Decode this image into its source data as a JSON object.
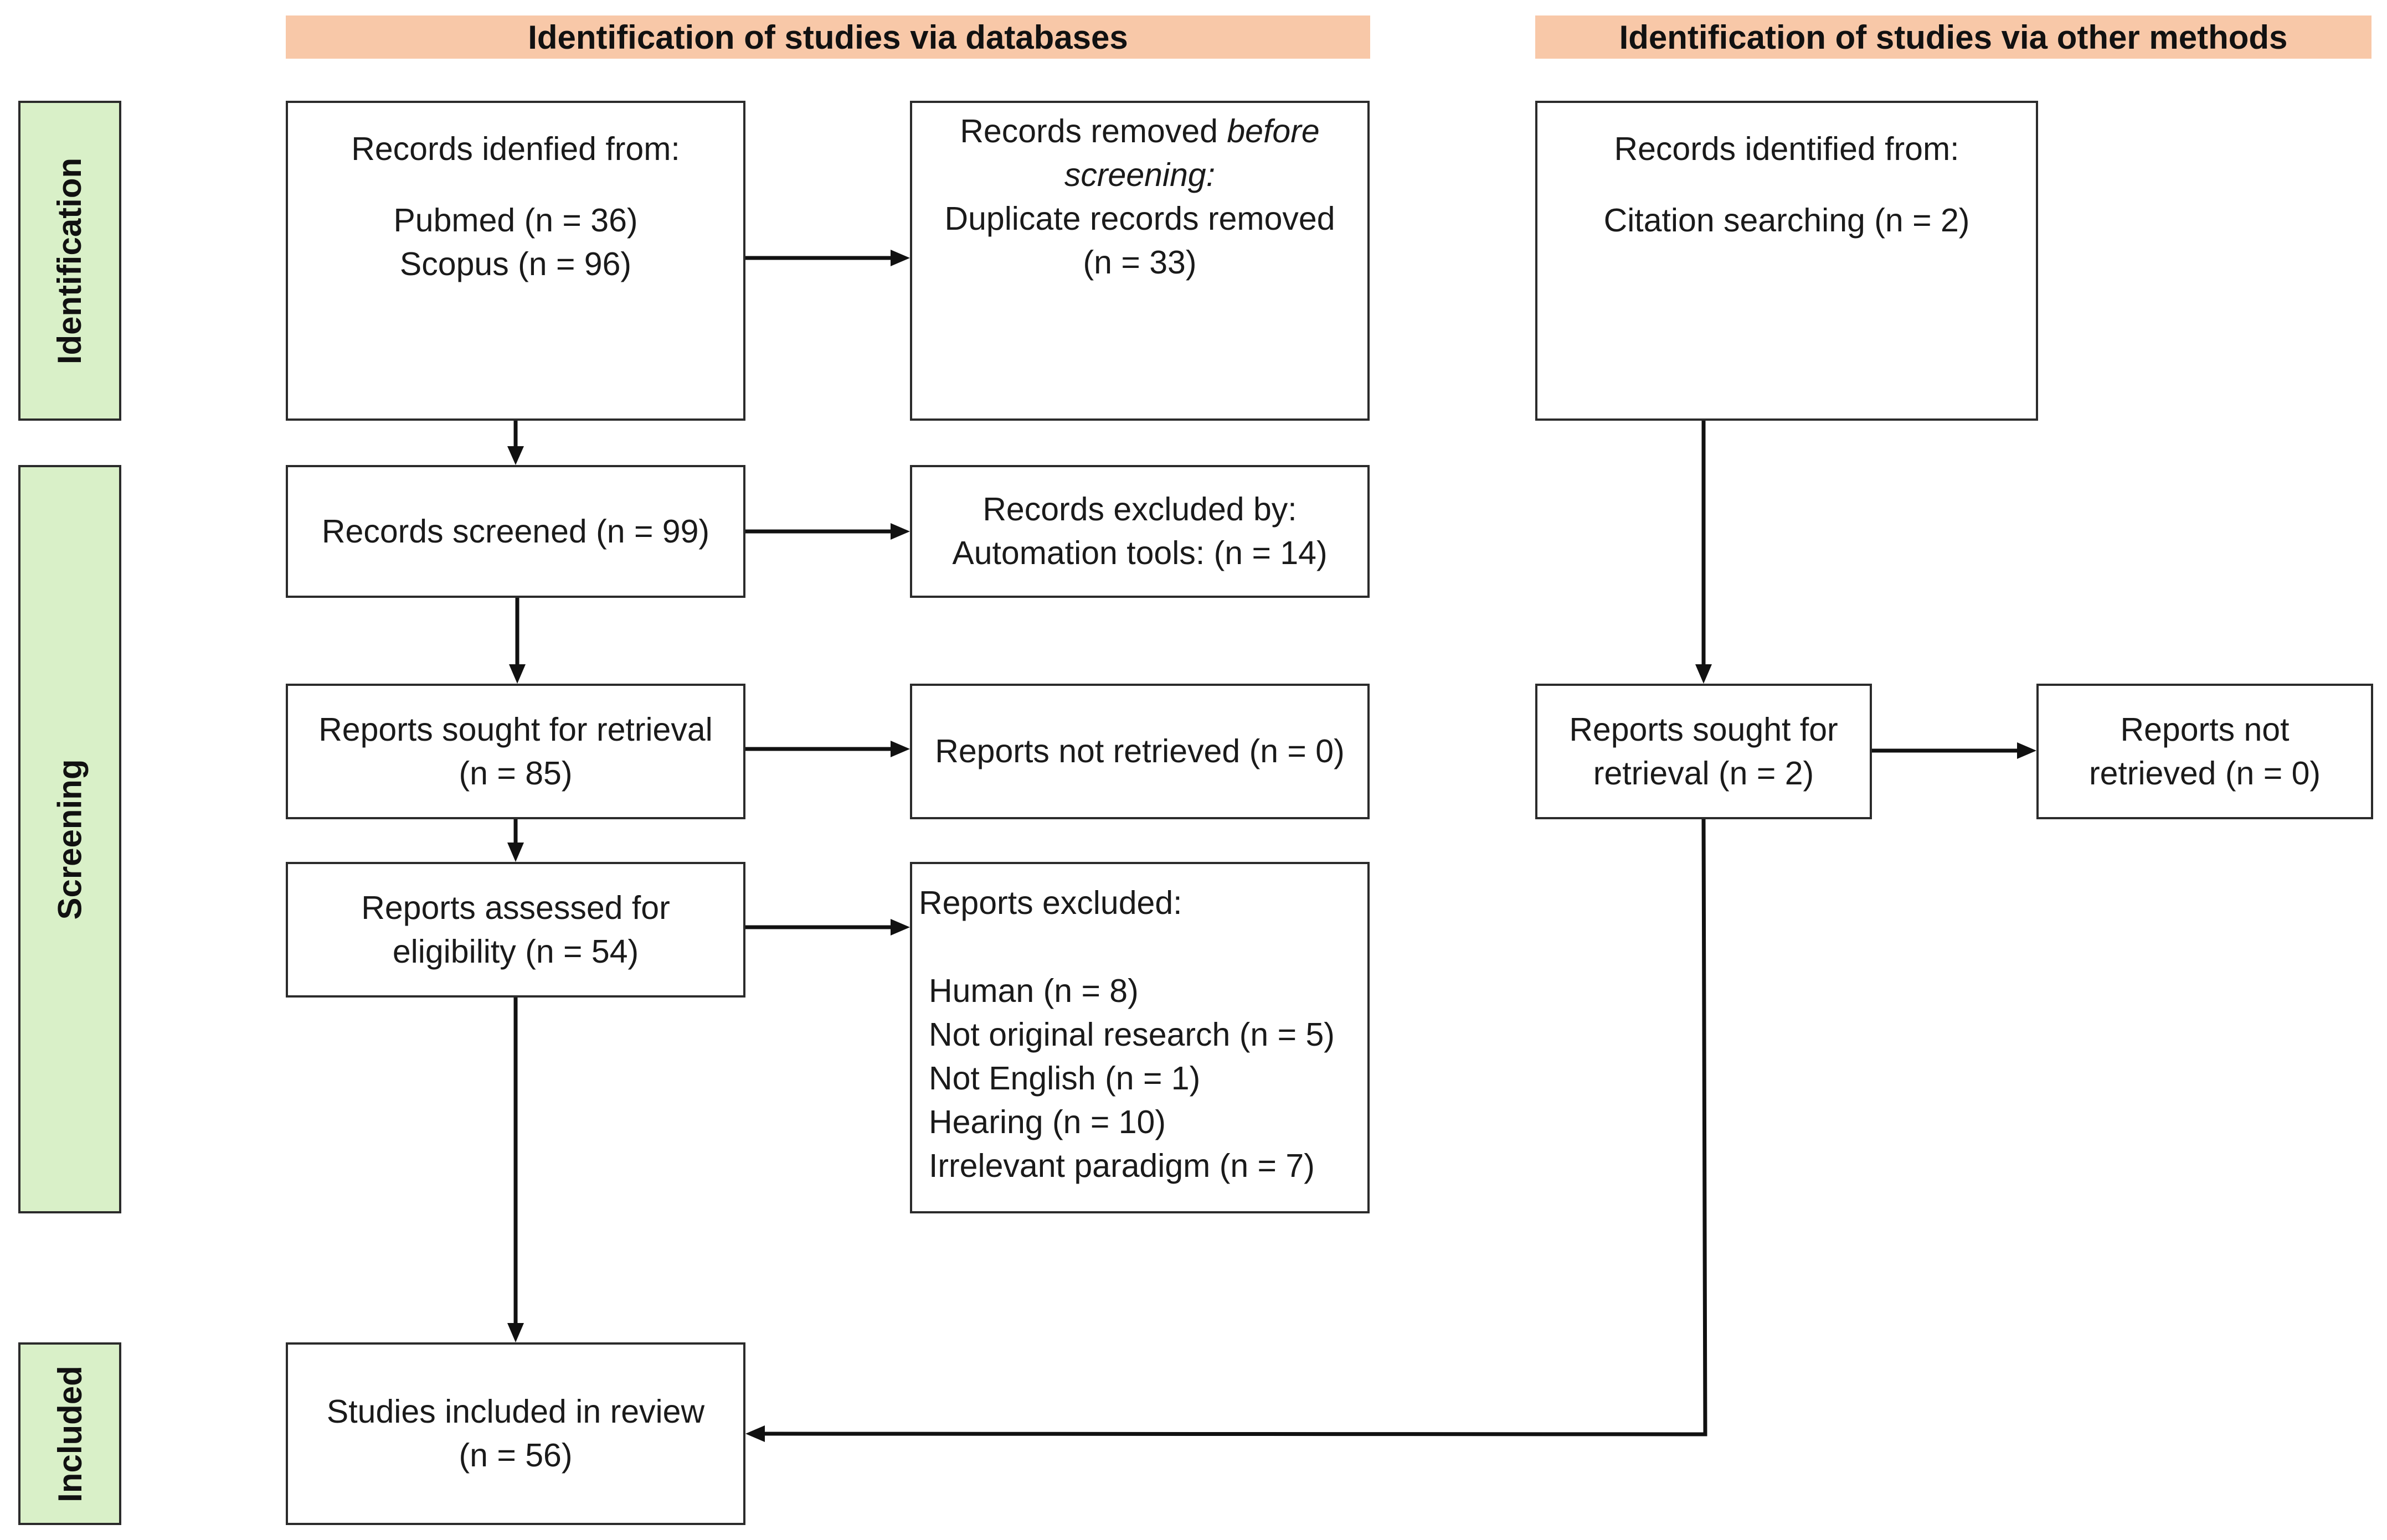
{
  "headers": {
    "databases": "Identification of studies via databases",
    "other_methods": "Identification of studies via other methods"
  },
  "phases": {
    "identification": "Identification",
    "screening": "Screening",
    "included": "Included"
  },
  "boxes": {
    "records_identified_db": {
      "title": "Records idenfied from:",
      "pubmed": "Pubmed (n = 36)",
      "scopus": "Scopus (n = 96)"
    },
    "records_removed": {
      "line1": "Records removed ",
      "line1_italic": "before",
      "line2_italic": "screening:",
      "line3": "Duplicate records removed",
      "line4": "(n = 33)"
    },
    "records_identified_other": {
      "title": "Records identified from:",
      "citation": "Citation searching (n = 2)"
    },
    "records_screened": "Records screened (n = 99)",
    "records_excluded": {
      "line1": "Records excluded by:",
      "line2": "Automation tools: (n = 14)"
    },
    "reports_sought_db": {
      "line1": "Reports sought for retrieval",
      "line2": "(n = 85)"
    },
    "reports_not_retrieved_db": "Reports not retrieved (n = 0)",
    "reports_sought_other": {
      "line1": "Reports sought for",
      "line2": "retrieval (n = 2)"
    },
    "reports_not_retrieved_other": {
      "line1": "Reports not",
      "line2": "retrieved (n = 0)"
    },
    "reports_assessed": {
      "line1": "Reports assessed for",
      "line2": "eligibility (n = 54)"
    },
    "reports_excluded": {
      "title": "Reports excluded:",
      "items": [
        "Human (n = 8)",
        "Not original research (n = 5)",
        "Not English (n = 1)",
        "Hearing (n = 10)",
        "Irrelevant paradigm (n = 7)"
      ]
    },
    "studies_included": {
      "line1": "Studies included in review",
      "line2": "(n = 56)"
    }
  },
  "colors": {
    "header_fill": "#f8c8a8",
    "phase_fill": "#d9f0c8",
    "line": "#111111"
  }
}
